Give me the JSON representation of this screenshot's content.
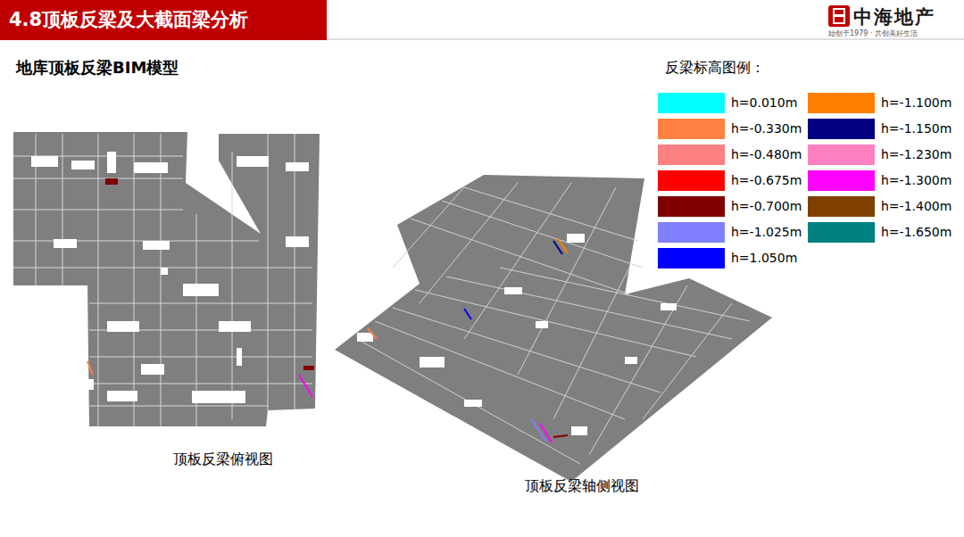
{
  "diagram": {
    "title": "4.8顶板反梁及大截面梁分析",
    "labels": [
      "中海地产",
      "始创于1979 · 共创美好生活",
      "地库顶板反梁BIM模型",
      "反梁标高图例：",
      "顶板反梁俯视图",
      "顶板反梁轴侧视图"
    ],
    "legend": [
      {
        "text": "h=0.010m",
        "color": "#00ffff"
      },
      {
        "text": "h=-0.330m",
        "color": "#ff8040"
      },
      {
        "text": "h=-0.480m",
        "color": "#ff8080"
      },
      {
        "text": "h=-0.675m",
        "color": "#ff0000"
      },
      {
        "text": "h=-0.700m",
        "color": "#800000"
      },
      {
        "text": "h=-1.025m",
        "color": "#8080ff"
      },
      {
        "text": "h=1.050m",
        "color": "#0000ff"
      },
      {
        "text": "h=-1.100m",
        "color": "#ff8000"
      },
      {
        "text": "h=-1.150m",
        "color": "#000080"
      },
      {
        "text": "h=-1.230m",
        "color": "#ff80c0"
      },
      {
        "text": "h=-1.300m",
        "color": "#ff00ff"
      },
      {
        "text": "h=-1.400m",
        "color": "#804000"
      },
      {
        "text": "h=-1.650m",
        "color": "#008080"
      }
    ]
  }
}
